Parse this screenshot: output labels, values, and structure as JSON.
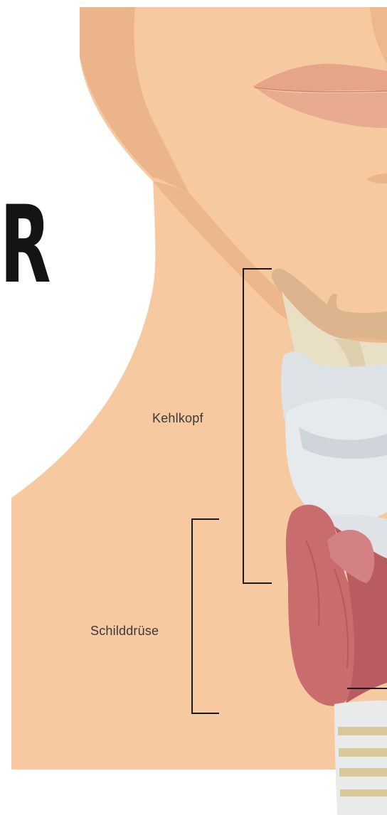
{
  "headline": {
    "letter": "R"
  },
  "labels": {
    "larynx": "Kehlkopf",
    "thyroid": "Schilddrüse"
  },
  "colors": {
    "skin": "#f6c9a0",
    "skin_shadow": "#ebb48a",
    "lip": "#e6a489",
    "bone": "#dcb58e",
    "cartilage": "#e9dfc4",
    "larynx_gray": "#dde2e6",
    "thyroid": "#c96c6e",
    "thyroid_dark": "#a84e54",
    "line": "#1a1a1a"
  }
}
